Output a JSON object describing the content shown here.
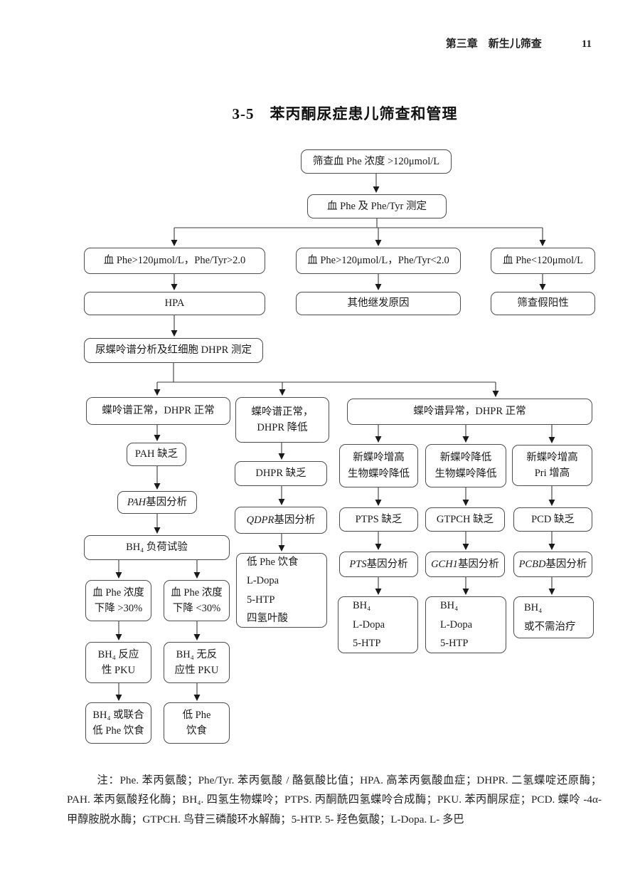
{
  "header": {
    "chapter": "第三章　新生儿筛查",
    "page_number": "11"
  },
  "title": "3-5　苯丙酮尿症患儿筛查和管理",
  "flow": {
    "screen": "筛查血 Phe 浓度 >120μmol/L",
    "measure": "血 Phe 及 Phe/Tyr 测定",
    "high_ratio": "血 Phe>120μmol/L，Phe/Tyr>2.0",
    "low_ratio": "血 Phe>120μmol/L，Phe/Tyr<2.0",
    "low_phe": "血 Phe<120μmol/L",
    "hpa": "HPA",
    "secondary": "其他继发原因",
    "false_positive": "筛查假阳性",
    "urine_test": "尿蝶呤谱分析及红细胞 DHPR 测定",
    "pterin_norm_dhpr_norm": "蝶呤谱正常，DHPR 正常",
    "pterin_norm_dhpr_low": "蝶呤谱正常，\nDHPR 降低",
    "pterin_abnorm_dhpr_norm": "蝶呤谱异常，DHPR 正常",
    "pah_def": "PAH 缺乏",
    "pah_gene": {
      "gene": "PAH",
      "suffix": " 基因分析"
    },
    "bh4_load": "BH₄ 负荷试验",
    "dec_gt30": "血 Phe 浓度\n下降 >30%",
    "dec_lt30": "血 Phe 浓度\n下降 <30%",
    "bh4_responsive": "BH₄ 反应\n性 PKU",
    "bh4_nonresponsive": "BH₄ 无反\n应性 PKU",
    "bh4_combo_diet": "BH₄ 或联合\n低 Phe 饮食",
    "low_phe_diet": "低 Phe\n饮食",
    "dhpr_def": "DHPR 缺乏",
    "qdpr_gene": {
      "gene": "QDPR",
      "suffix": " 基因分析"
    },
    "dhpr_treatment": "低 Phe 饮食\nL-Dopa\n5-HTP\n四氢叶酸",
    "neo_high_bio_low": "新蝶呤增高\n生物蝶呤降低",
    "neo_low_bio_low": "新蝶呤降低\n生物蝶呤降低",
    "neo_high_pri_high": "新蝶呤增高\nPri 增高",
    "ptps_def": "PTPS 缺乏",
    "gtpch_def": "GTPCH 缺乏",
    "pcd_def": "PCD 缺乏",
    "pts_gene": {
      "gene": "PTS",
      "suffix": " 基因分析"
    },
    "gch1_gene": {
      "gene": "GCH1",
      "suffix": " 基因分析"
    },
    "pcbd_gene": {
      "gene": "PCBD",
      "suffix": " 基因分析"
    },
    "treat_ptps": "BH₄\nL-Dopa\n5-HTP",
    "treat_gtpch": "BH₄\nL-Dopa\n5-HTP",
    "treat_pcd": "BH₄\n或不需治疗"
  },
  "note": "注：Phe. 苯丙氨酸；Phe/Tyr. 苯丙氨酸 / 酪氨酸比值；HPA. 高苯丙氨酸血症；DHPR. 二氢蝶啶还原酶；PAH. 苯丙氨酸羟化酶；BH₄. 四氢生物蝶呤；PTPS. 丙酮酰四氢蝶呤合成酶；PKU. 苯丙酮尿症；PCD. 蝶呤 -4α- 甲醇胺脱水酶；GTPCH. 鸟苷三磷酸环水解酶；5-HTP. 5- 羟色氨酸；L-Dopa. L- 多巴"
}
